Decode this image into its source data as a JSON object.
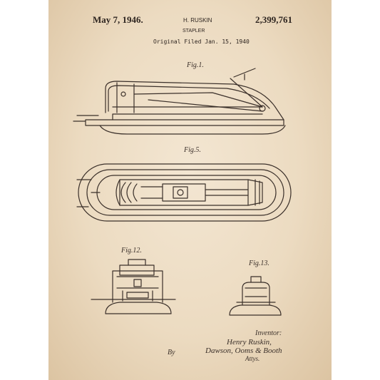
{
  "header": {
    "date": "May 7, 1946.",
    "inventor": "H. RUSKIN",
    "patent_number": "2,399,761",
    "title": "STAPLER",
    "filed": "Original Filed Jan. 15, 1940"
  },
  "figures": {
    "fig1": "Fig.1.",
    "fig5": "Fig.5.",
    "fig12": "Fig.12.",
    "fig13": "Fig.13."
  },
  "signature": {
    "inventor_label": "Inventor:",
    "inventor_name": "Henry Ruskin,",
    "by": "By",
    "attorneys": "Dawson, Ooms & Booth",
    "attys_label": "Attys."
  },
  "colors": {
    "paper": "#ecdbc1",
    "ink": "#3b302a"
  }
}
